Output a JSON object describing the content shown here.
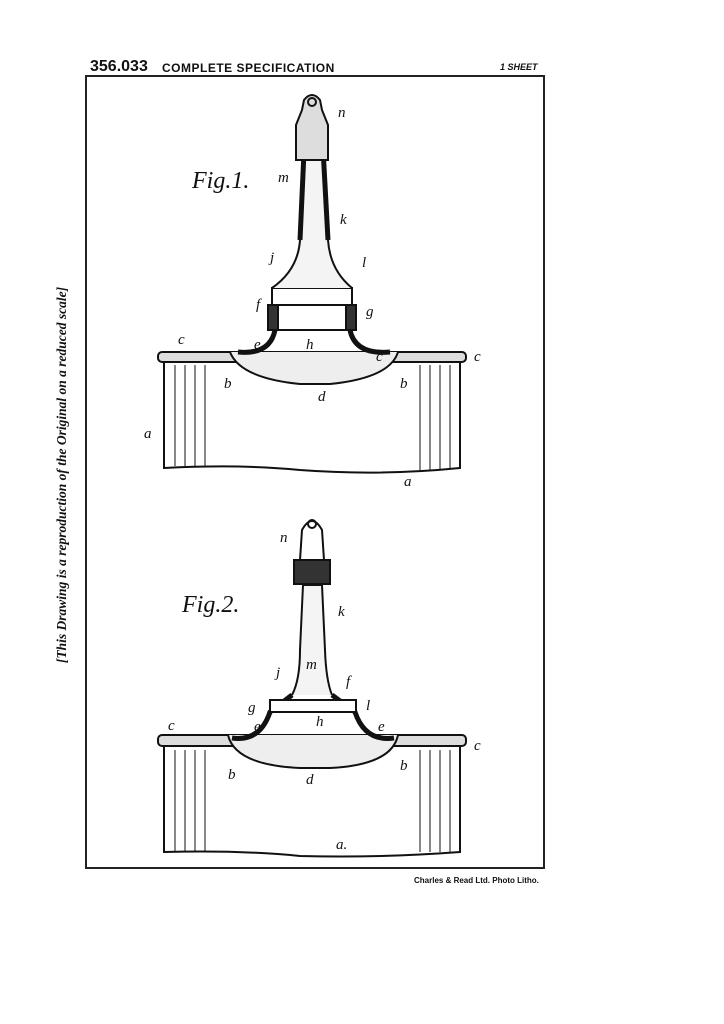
{
  "header": {
    "number": "356.033",
    "title": "COMPLETE SPECIFICATION",
    "sheet": "1 SHEET"
  },
  "side_note": "[This Drawing is a reproduction of the Original on a reduced scale]",
  "credit": "Charles & Read Ltd. Photo Litho.",
  "figures": [
    {
      "title": "Fig.1.",
      "labels": [
        "n",
        "m",
        "k",
        "j",
        "l",
        "f",
        "g",
        "e",
        "h",
        "c",
        "c",
        "c",
        "b",
        "d",
        "b",
        "a",
        "a"
      ]
    },
    {
      "title": "Fig.2.",
      "labels": [
        "n",
        "k",
        "m",
        "j",
        "f",
        "g",
        "l",
        "e",
        "h",
        "e",
        "c",
        "c",
        "b",
        "d",
        "b",
        "a."
      ]
    }
  ]
}
